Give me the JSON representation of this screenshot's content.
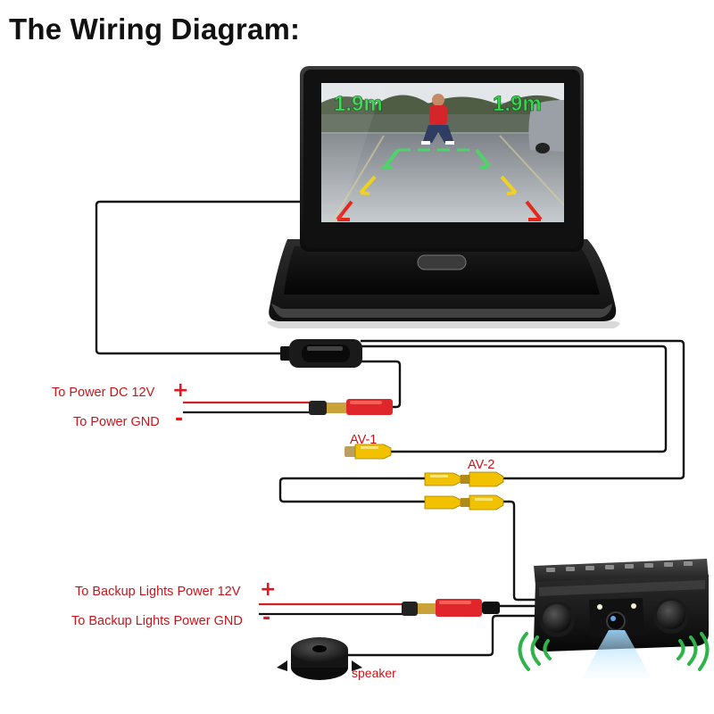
{
  "title": "The Wiring Diagram:",
  "screen": {
    "distance_left": "1.9m",
    "distance_right": "1.9m"
  },
  "labels": {
    "power_dc": "To Power DC 12V",
    "power_gnd": "To Power GND",
    "av1": "AV-1",
    "av2": "AV-2",
    "backup_power": "To Backup Lights Power 12V",
    "backup_gnd": "To Backup Lights Power GND",
    "speaker": "speaker",
    "plus": "+",
    "minus": "-"
  },
  "colors": {
    "wire": "#111111",
    "red_wire": "#d42020",
    "label_red": "#c8141a",
    "rca_yellow": "#f2c200",
    "rca_red": "#e2342c",
    "distance_green": "#33d24a",
    "sensor_green": "#2fb34a"
  },
  "icons": [
    "monitor",
    "video-connector",
    "rca-connector",
    "dc-connector",
    "backup-camera",
    "parking-sensor",
    "buzzer-speaker",
    "sensor-wave"
  ]
}
